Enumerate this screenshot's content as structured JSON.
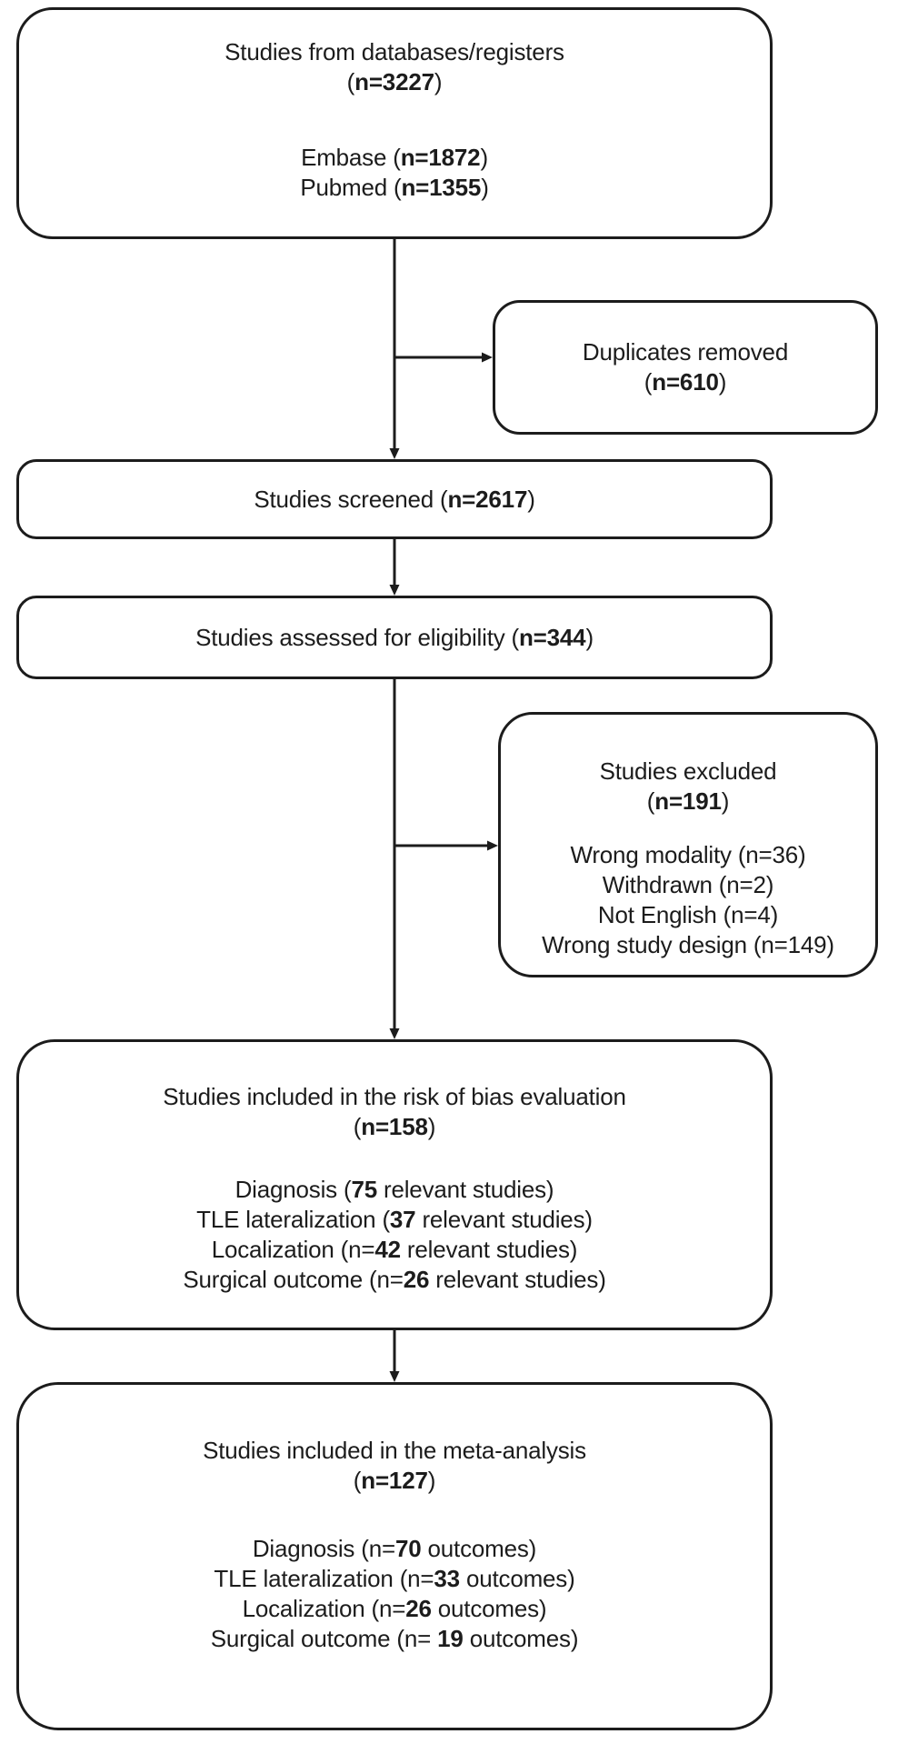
{
  "colors": {
    "stroke": "#1c1c1c",
    "background": "#ffffff",
    "text": "#1c1c1c"
  },
  "boxes": {
    "databases": {
      "lines": [
        {
          "pre": "Studies from databases/registers",
          "bold": "",
          "post": ""
        },
        {
          "pre": "(",
          "bold": "n=3227",
          "post": ")"
        }
      ],
      "details": [
        {
          "pre": "Embase (",
          "bold": "n=1872",
          "post": ")"
        },
        {
          "pre": "Pubmed (",
          "bold": "n=1355",
          "post": ")"
        }
      ]
    },
    "duplicates": {
      "lines": [
        {
          "pre": "Duplicates removed",
          "bold": "",
          "post": ""
        },
        {
          "pre": "(",
          "bold": "n=610",
          "post": ")"
        }
      ]
    },
    "screened": {
      "lines": [
        {
          "pre": "Studies screened (",
          "bold": "n=2617",
          "post": ")"
        }
      ]
    },
    "eligibility": {
      "lines": [
        {
          "pre": "Studies assessed for eligibility (",
          "bold": "n=344",
          "post": ")"
        }
      ]
    },
    "excluded": {
      "lines": [
        {
          "pre": "Studies excluded",
          "bold": "",
          "post": ""
        },
        {
          "pre": "(",
          "bold": "n=191",
          "post": ")"
        }
      ],
      "details": [
        {
          "pre": "Wrong modality (n=36)",
          "bold": "",
          "post": ""
        },
        {
          "pre": "Withdrawn (n=2)",
          "bold": "",
          "post": ""
        },
        {
          "pre": "Not English (n=4)",
          "bold": "",
          "post": ""
        },
        {
          "pre": "Wrong study design (n=149)",
          "bold": "",
          "post": ""
        }
      ]
    },
    "risk_of_bias": {
      "lines": [
        {
          "pre": "Studies included in the risk of bias evaluation",
          "bold": "",
          "post": ""
        },
        {
          "pre": "(",
          "bold": "n=158",
          "post": ")"
        }
      ],
      "details": [
        {
          "pre": "Diagnosis (",
          "bold": "75",
          "post": " relevant studies)"
        },
        {
          "pre": "TLE lateralization (",
          "bold": "37",
          "post": " relevant studies)"
        },
        {
          "pre": "Localization (n=",
          "bold": "42",
          "post": " relevant studies)"
        },
        {
          "pre": "Surgical outcome (n=",
          "bold": "26",
          "post": " relevant studies)"
        }
      ]
    },
    "meta_analysis": {
      "lines": [
        {
          "pre": "Studies included in the meta-analysis",
          "bold": "",
          "post": ""
        },
        {
          "pre": "(",
          "bold": "n=127",
          "post": ")"
        }
      ],
      "details": [
        {
          "pre": "Diagnosis (n=",
          "bold": "70",
          "post": " outcomes)"
        },
        {
          "pre": "TLE lateralization (n=",
          "bold": "33",
          "post": " outcomes)"
        },
        {
          "pre": "Localization (n=",
          "bold": "26",
          "post": " outcomes)"
        },
        {
          "pre": "Surgical outcome (n= ",
          "bold": "19",
          "post": " outcomes)"
        }
      ]
    }
  }
}
